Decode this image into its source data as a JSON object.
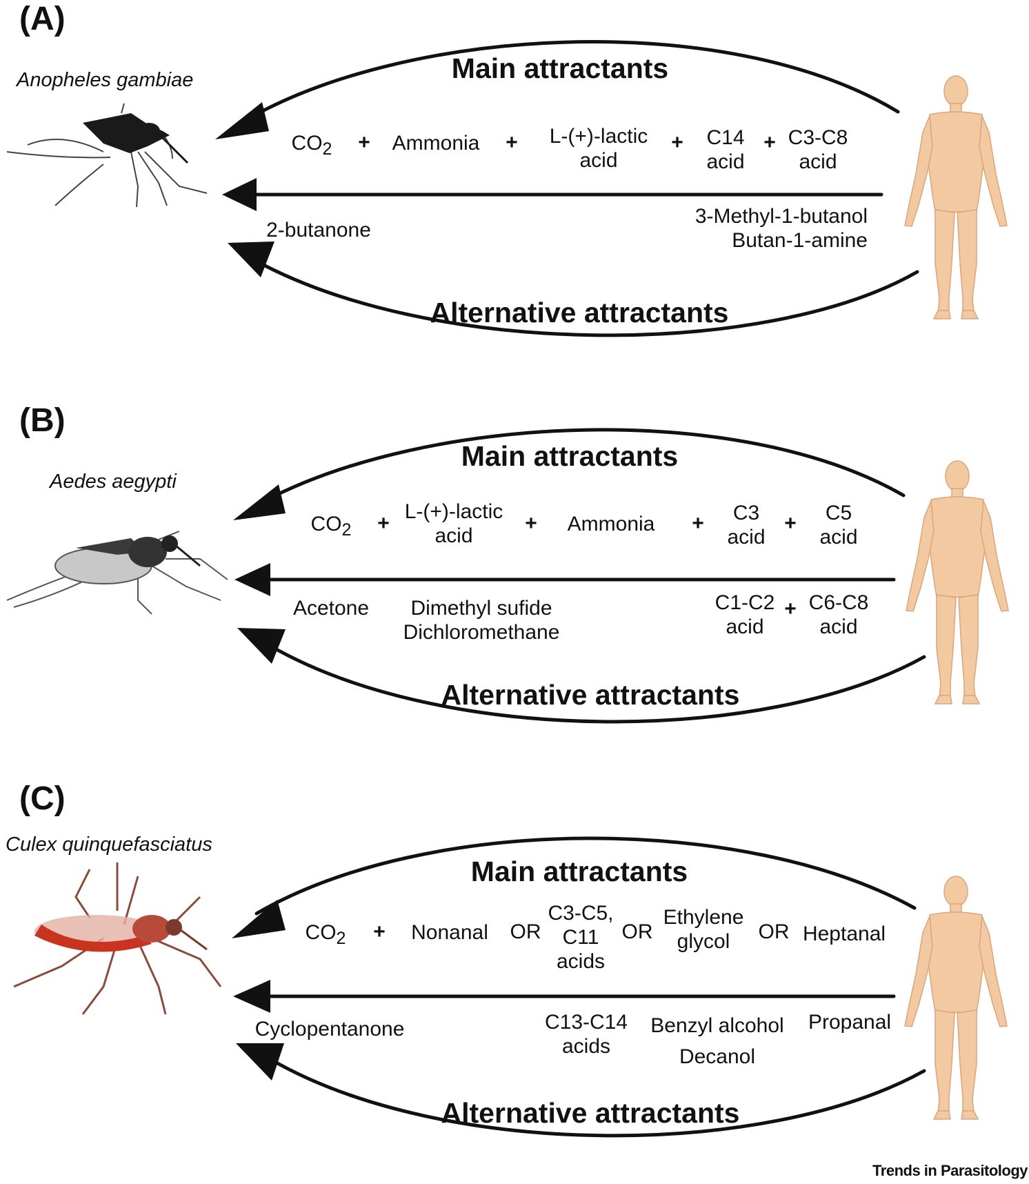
{
  "footer": {
    "credit": "Trends in Parasitology"
  },
  "panels": [
    {
      "label": "(A)",
      "species": "Anopheles gambiae",
      "main_heading": "Main attractants",
      "alt_heading": "Alternative attractants",
      "main_terms": [
        {
          "html": "CO<sub>2</sub>"
        },
        {
          "text": "Ammonia"
        },
        {
          "text": "L-(+)-lactic\nacid"
        },
        {
          "text": "C14\nacid"
        },
        {
          "text": "C3-C8\nacid"
        }
      ],
      "main_ops": [
        "+",
        "+",
        "+",
        "+"
      ],
      "alt_terms": [
        "2-butanone",
        "3-Methyl-1-butanol\nButan-1-amine"
      ],
      "mosquito_color": "#1a1a1a"
    },
    {
      "label": "(B)",
      "species": "Aedes aegypti",
      "main_heading": "Main attractants",
      "alt_heading": "Alternative attractants",
      "main_terms": [
        {
          "html": "CO<sub>2</sub>"
        },
        {
          "text": "L-(+)-lactic\nacid"
        },
        {
          "text": "Ammonia"
        },
        {
          "text": "C3\nacid"
        },
        {
          "text": "C5\nacid"
        }
      ],
      "main_ops": [
        "+",
        "+",
        "+",
        "+"
      ],
      "alt_terms": [
        "Acetone",
        "Dimethyl sufide\nDichloromethane",
        "C1-C2\nacid",
        "C6-C8\nacid"
      ],
      "alt_ops": [
        "+"
      ],
      "mosquito_color": "#333333"
    },
    {
      "label": "(C)",
      "species": "Culex quinquefasciatus",
      "main_heading": "Main attractants",
      "alt_heading": "Alternative attractants",
      "main_terms": [
        {
          "html": "CO<sub>2</sub>"
        },
        {
          "text": "Nonanal"
        },
        {
          "text": "C3-C5,\nC11\nacids"
        },
        {
          "text": "Ethylene\nglycol"
        },
        {
          "text": "Heptanal"
        }
      ],
      "main_ops": [
        "+",
        "OR",
        "OR",
        "OR"
      ],
      "alt_terms": [
        "Cyclopentanone",
        "C13-C14\nacids",
        "Benzyl alcohol\nDecanol",
        "Propanal"
      ],
      "mosquito_color": "#b84a3c"
    }
  ],
  "colors": {
    "arrow": "#111111",
    "skin": "#f2c9a0",
    "skin_shadow": "#d9a57c",
    "text": "#111111"
  }
}
